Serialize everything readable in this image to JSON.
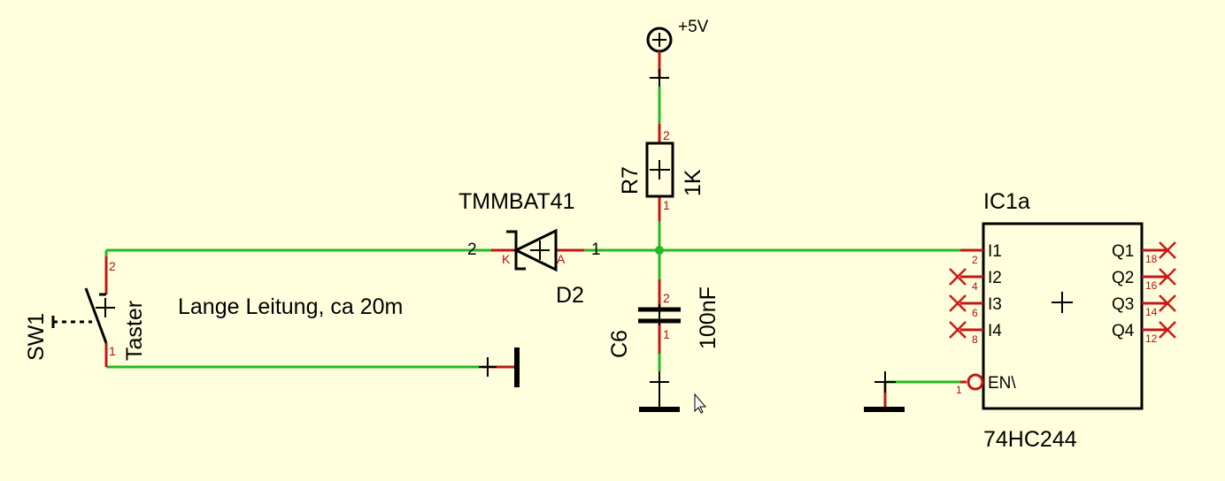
{
  "supply": {
    "label": "+5V"
  },
  "resistor": {
    "ref": "R7",
    "value": "1K",
    "pin_top": "2",
    "pin_bottom": "1"
  },
  "diode": {
    "part": "TMMBAT41",
    "ref": "D2",
    "pin_left": "2",
    "pin_right": "1",
    "mark_k": "K",
    "mark_a": "A"
  },
  "capacitor": {
    "ref": "C6",
    "value": "100nF",
    "pin_top": "2",
    "pin_bottom": "1"
  },
  "switch": {
    "ref": "SW1",
    "type": "Taster",
    "pin_top": "2",
    "pin_bottom": "1"
  },
  "annotation": {
    "cable_note": "Lange Leitung, ca 20m"
  },
  "ic": {
    "ref": "IC1a",
    "part": "74HC244",
    "inputs": [
      {
        "name": "I1",
        "pin": "2"
      },
      {
        "name": "I2",
        "pin": "4"
      },
      {
        "name": "I3",
        "pin": "6"
      },
      {
        "name": "I4",
        "pin": "8"
      }
    ],
    "outputs": [
      {
        "name": "Q1",
        "pin": "18"
      },
      {
        "name": "Q2",
        "pin": "16"
      },
      {
        "name": "Q3",
        "pin": "14"
      },
      {
        "name": "Q4",
        "pin": "12"
      }
    ],
    "enable": {
      "name": "EN\\",
      "pin": "1"
    }
  },
  "colors": {
    "background": "#ffffdd",
    "wire": "#22bb22",
    "pin_lead": "#c01818",
    "pin_number": "#b01010",
    "junction": "#22bb22",
    "no_connect": "#d01818"
  }
}
